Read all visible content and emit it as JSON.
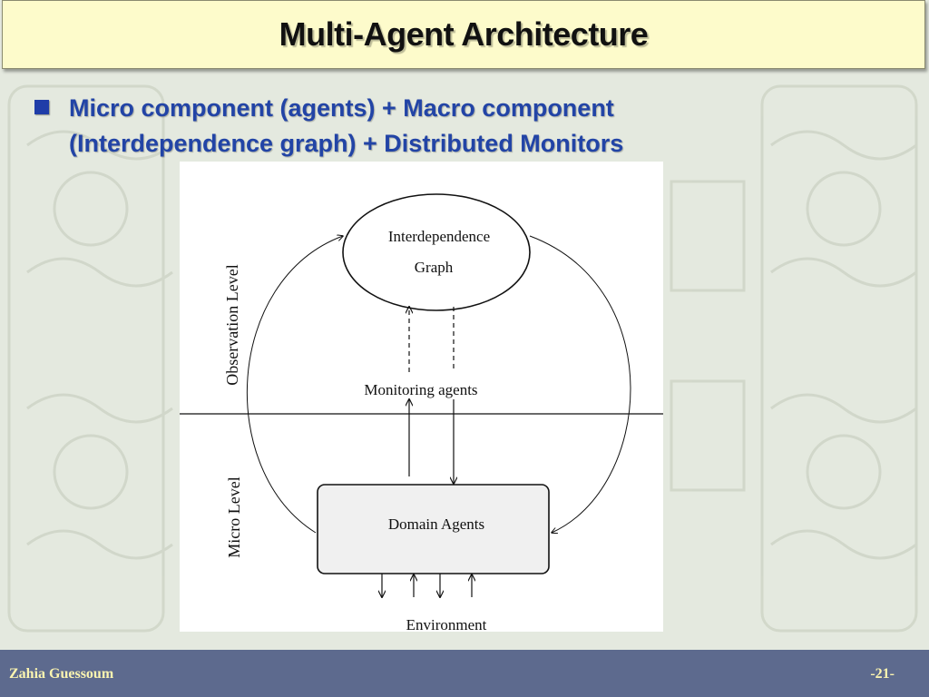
{
  "slide": {
    "title": "Multi-Agent Architecture",
    "bullet": "Micro component (agents) + Macro component (Interdependence graph) + Distributed Monitors"
  },
  "diagram": {
    "graph_line1": "Interdependence",
    "graph_line2": "Graph",
    "monitoring": "Monitoring agents",
    "domain_agents": "Domain Agents",
    "environment": "Environment",
    "observation_level": "Observation Level",
    "micro_level": "Micro Level"
  },
  "footer": {
    "author": "Zahia Guessoum",
    "page": "-21-"
  },
  "colors": {
    "title_background": "#fdfbcb",
    "bullet_text": "#2244a6",
    "footer_background": "#5d6a8e",
    "footer_text": "#fbf4b0"
  }
}
